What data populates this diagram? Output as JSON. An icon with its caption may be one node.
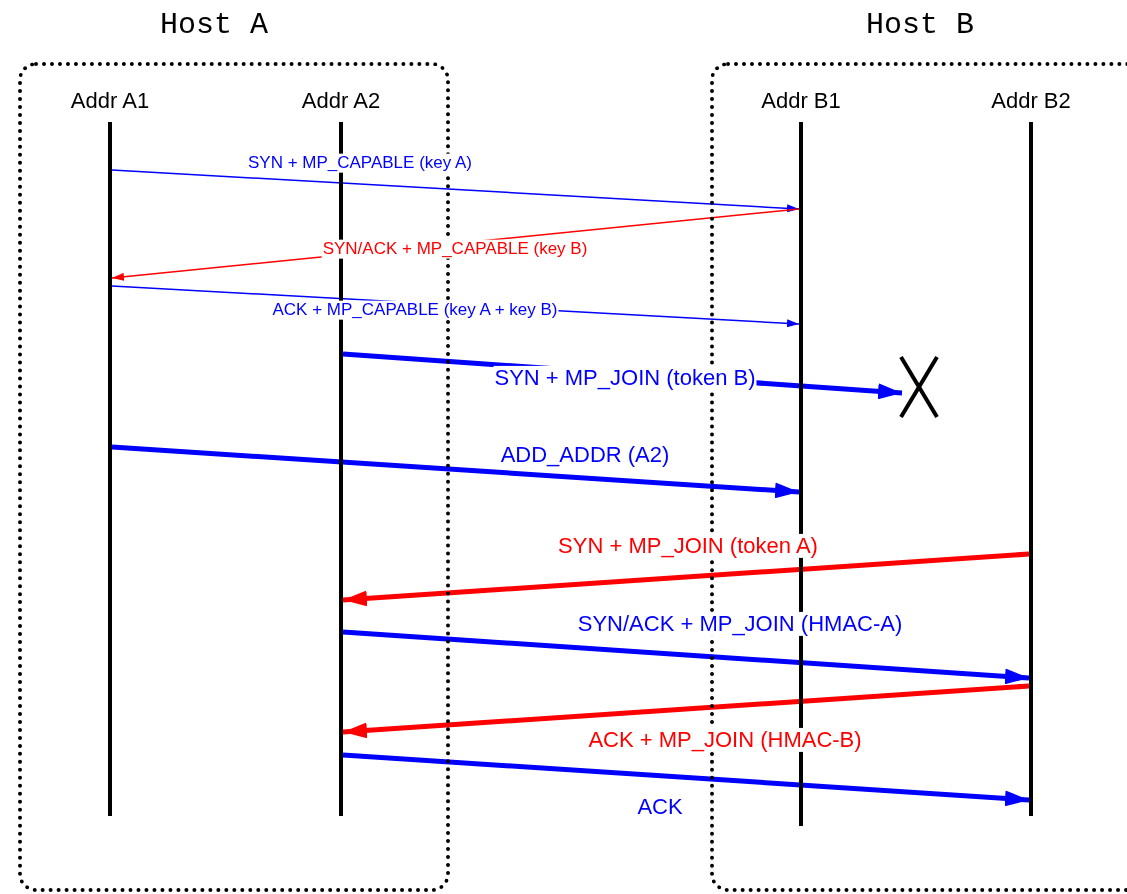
{
  "diagram": {
    "nodes": [
      {
        "text": [
          "Host A"
        ]
      },
      {
        "text": [
          "Host B"
        ]
      },
      {
        "text": [
          "Addr A1"
        ],
        "in": 0
      },
      {
        "text": [
          "Addr A2"
        ],
        "in": 0
      },
      {
        "text": [
          "Addr B1"
        ],
        "in": 1
      },
      {
        "text": [
          "Addr B2"
        ],
        "in": 1
      },
      {
        "text": [],
        "shape": "cross",
        "in": 1
      }
    ],
    "edges": [
      {
        "from": 2,
        "to": 4,
        "arrow": "to",
        "label": "SYN + MP_CAPABLE (key A)"
      },
      {
        "from": 4,
        "to": 2,
        "arrow": "to",
        "label": "SYN/ACK + MP_CAPABLE (key B)",
        "color": "#ff0000"
      },
      {
        "from": 2,
        "to": 4,
        "arrow": "to",
        "label": "ACK + MP_CAPABLE (key A + key B)"
      },
      {
        "from": 3,
        "to": 6,
        "arrow": "to",
        "label": "SYN + MP_JOIN (token B)"
      },
      {
        "from": 2,
        "to": 4,
        "arrow": "to",
        "label": "ADD_ADDR (A2)"
      },
      {
        "from": 5,
        "to": 3,
        "arrow": "to",
        "label": "SYN + MP_JOIN (token A)",
        "color": "#ff0000"
      },
      {
        "from": 3,
        "to": 5,
        "arrow": "to",
        "label": "SYN/ACK + MP_JOIN (HMAC-A)"
      },
      {
        "from": 5,
        "to": 3,
        "arrow": "to",
        "label": "ACK + MP_JOIN (HMAC-B)",
        "color": "#ff0000"
      },
      {
        "from": 3,
        "to": 5,
        "arrow": "to",
        "label": "ACK"
      }
    ]
  }
}
